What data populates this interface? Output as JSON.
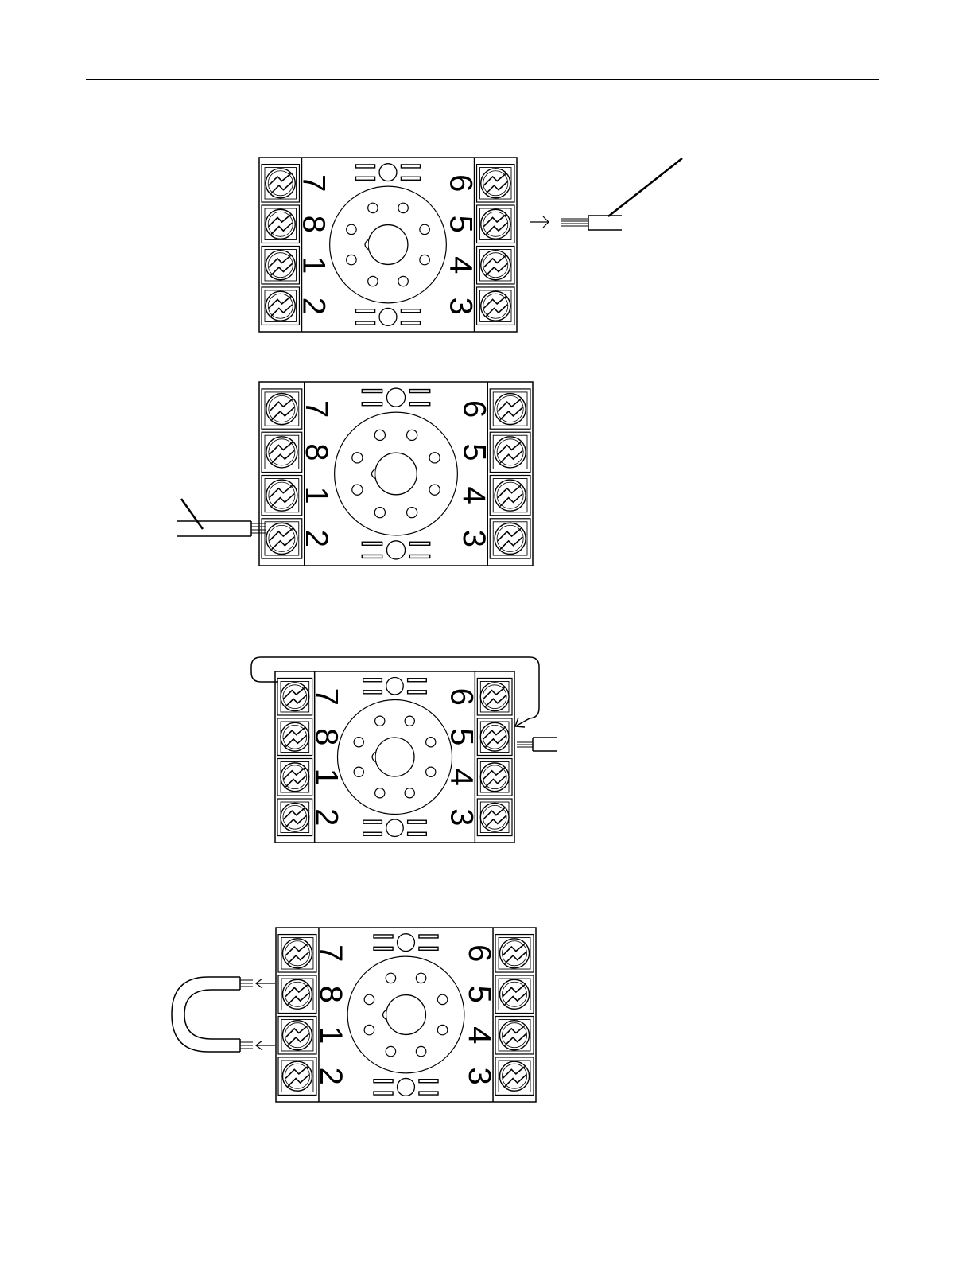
{
  "diagrams": [
    {
      "name": "socket-wire-approach",
      "terminals": {
        "left": [
          "7",
          "8",
          "1",
          "2"
        ],
        "right": [
          "6",
          "5",
          "4",
          "3"
        ]
      }
    },
    {
      "name": "socket-wire-terminal-2",
      "terminals": {
        "left": [
          "7",
          "8",
          "1",
          "2"
        ],
        "right": [
          "6",
          "5",
          "4",
          "3"
        ]
      }
    },
    {
      "name": "socket-jumper-7-to-5",
      "terminals": {
        "left": [
          "7",
          "8",
          "1",
          "2"
        ],
        "right": [
          "6",
          "5",
          "4",
          "3"
        ]
      }
    },
    {
      "name": "socket-jumper-8-to-1",
      "terminals": {
        "left": [
          "7",
          "8",
          "1",
          "2"
        ],
        "right": [
          "6",
          "5",
          "4",
          "3"
        ]
      }
    }
  ],
  "colors": {
    "line": "#000000",
    "background": "#ffffff"
  }
}
